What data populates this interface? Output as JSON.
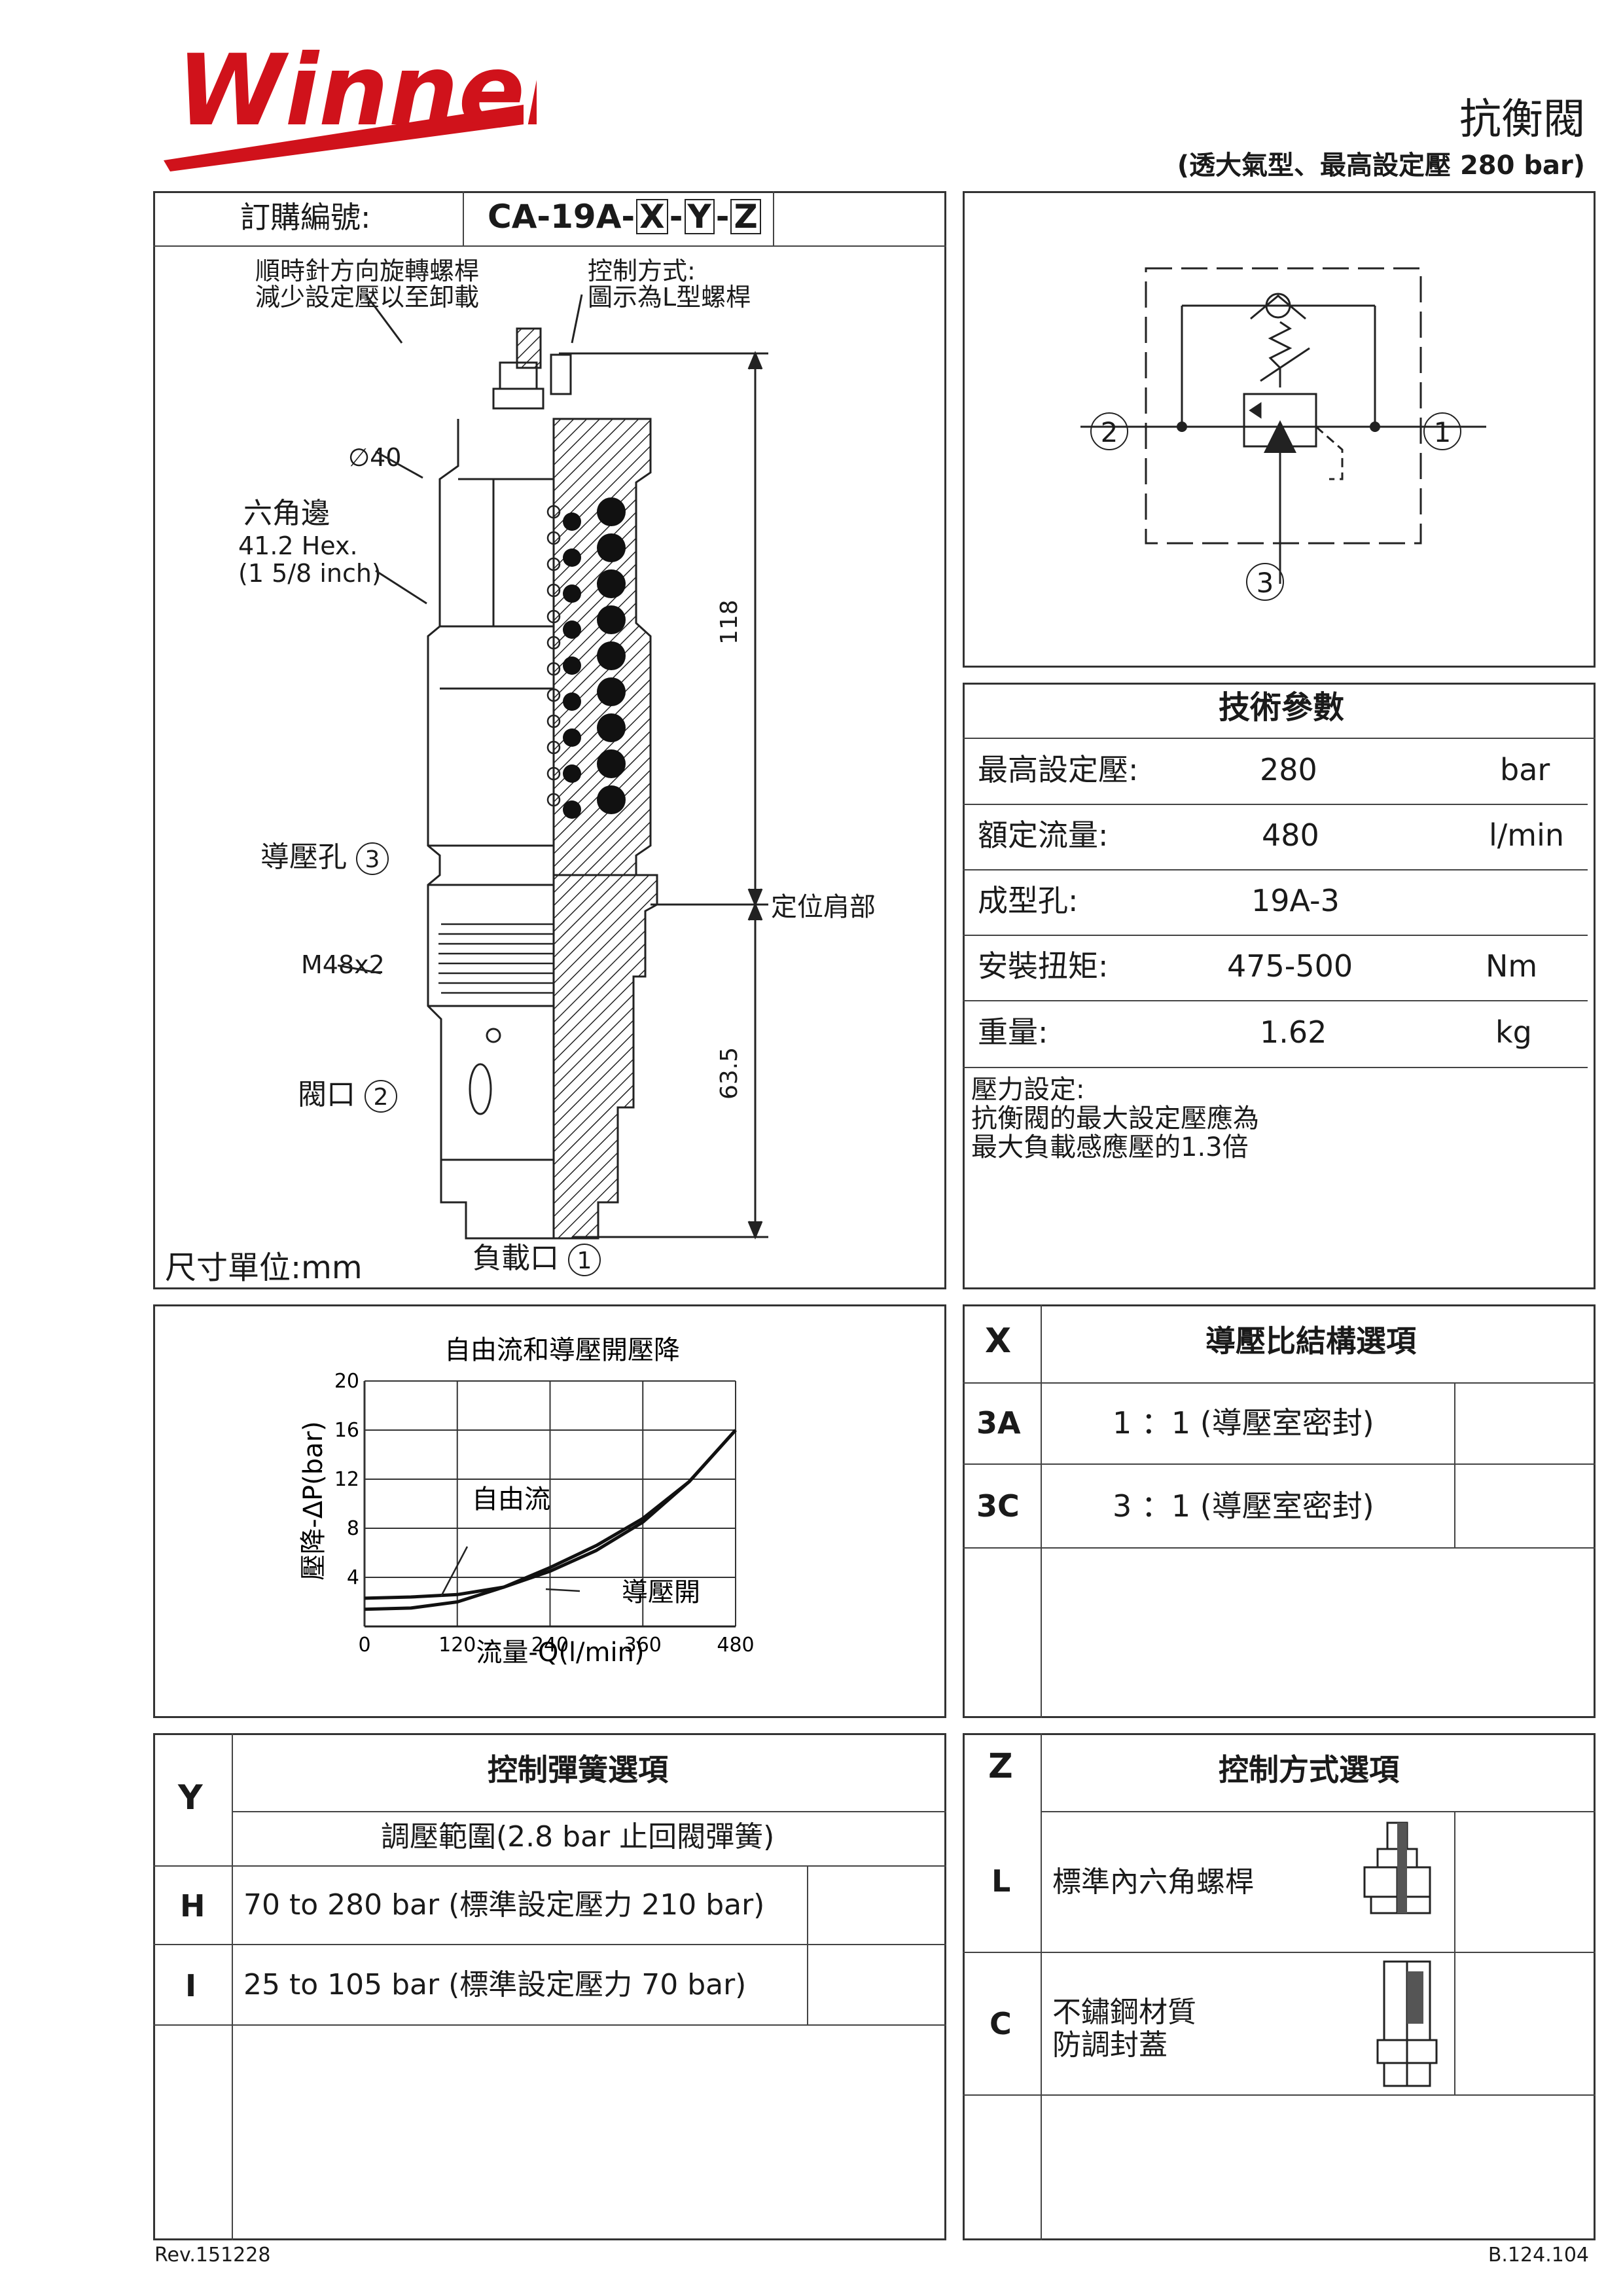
{
  "brand": {
    "name": "Winner"
  },
  "header": {
    "title": "抗衡閥",
    "subtitle": "(透大氣型、最高設定壓 280 bar)"
  },
  "order": {
    "label": "訂購編號:",
    "model_prefix": "CA-19A-",
    "opt_x": "X",
    "sep": "-",
    "opt_y": "Y",
    "opt_z": "Z"
  },
  "drawing": {
    "note_cw_1": "順時針方向旋轉螺桿",
    "note_cw_2": "減少設定壓以至卸載",
    "note_ctrl_1": "控制方式:",
    "note_ctrl_2": "圖示為L型螺桿",
    "dia": "∅40",
    "hex_1": "六角邊",
    "hex_2": "41.2 Hex.",
    "hex_3": "(1 5/8 inch)",
    "pilot_port": "導壓孔",
    "pilot_num": "3",
    "thread": "M48x2",
    "valve_port": "閥口",
    "valve_num": "2",
    "load_port": "負載口",
    "load_num": "1",
    "shoulder": "定位肩部",
    "dim_total": "118",
    "dim_lower": "63.5",
    "units": "尺寸單位:mm"
  },
  "symbol": {
    "port_2": "2",
    "port_1": "1",
    "port_3": "3"
  },
  "tech": {
    "title": "技術參數",
    "rows": [
      {
        "label": "最高設定壓:",
        "value": "280",
        "unit": "bar"
      },
      {
        "label": "額定流量:",
        "value": "480",
        "unit": "l/min"
      },
      {
        "label": "成型孔:",
        "value": "19A-3",
        "unit": ""
      },
      {
        "label": "安裝扭矩:",
        "value": "475-500",
        "unit": "Nm"
      },
      {
        "label": "重量:",
        "value": "1.62",
        "unit": "kg"
      }
    ],
    "note_1": "壓力設定:",
    "note_2": "抗衡閥的最大設定壓應為",
    "note_3": "最大負載感應壓的1.3倍"
  },
  "chart_data": {
    "type": "line",
    "title": "自由流和導壓開壓降",
    "xlabel": "流量-Q(l/min)",
    "ylabel": "壓降-ΔP(bar)",
    "xlim": [
      0,
      480
    ],
    "ylim": [
      0,
      20
    ],
    "x_ticks": [
      "0",
      "120",
      "240",
      "360",
      "480"
    ],
    "y_ticks": [
      "4",
      "8",
      "12",
      "16",
      "20"
    ],
    "grid": true,
    "annotations": [
      "自由流",
      "導壓開"
    ],
    "series": [
      {
        "key": "free",
        "x": [
          0,
          60,
          120,
          180,
          240,
          300,
          360,
          420,
          480
        ],
        "y": [
          2.3,
          2.4,
          2.6,
          3.2,
          4.5,
          6.2,
          8.5,
          11.8,
          16.0
        ]
      },
      {
        "key": "pilot",
        "x": [
          0,
          60,
          120,
          180,
          240,
          300,
          360,
          420,
          480
        ],
        "y": [
          1.4,
          1.5,
          2.0,
          3.2,
          4.8,
          6.6,
          8.8,
          11.8,
          16.0
        ]
      }
    ]
  },
  "x_options": {
    "header_code": "X",
    "header_title": "導壓比結構選項",
    "rows": [
      {
        "code": "3A",
        "desc": "1 ：1 (導壓室密封)"
      },
      {
        "code": "3C",
        "desc": "3 ：1 (導壓室密封)"
      }
    ]
  },
  "y_options": {
    "header_code": "Y",
    "header_title": "控制彈簧選項",
    "subheader": "調壓範圍(2.8 bar 止回閥彈簧)",
    "rows": [
      {
        "code": "H",
        "desc": "70 to 280 bar  (標準設定壓力 210 bar)"
      },
      {
        "code": "I",
        "desc": "25 to 105 bar  (標準設定壓力 70 bar)"
      }
    ]
  },
  "z_options": {
    "header_code": "Z",
    "header_title": "控制方式選項",
    "rows": [
      {
        "code": "L",
        "desc_1": "標準內六角螺桿",
        "desc_2": ""
      },
      {
        "code": "C",
        "desc_1": "不鏽鋼材質",
        "desc_2": "防調封蓋"
      }
    ]
  },
  "footer": {
    "rev": "Rev.151228",
    "doc": "B.124.104"
  },
  "colors": {
    "brand_red": "#d0121b",
    "line": "#333333"
  }
}
